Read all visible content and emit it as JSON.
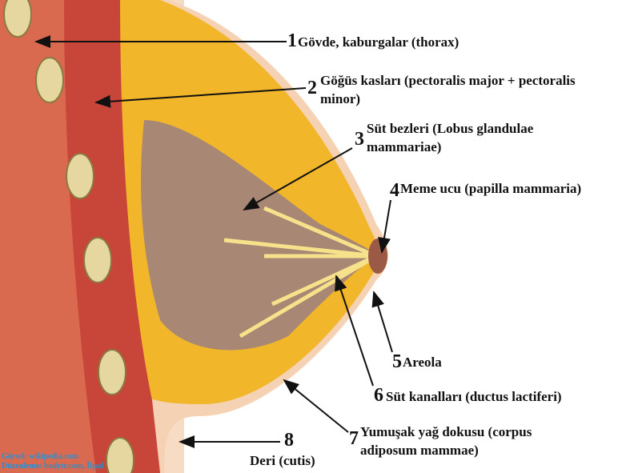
{
  "labels": [
    {
      "num": "1",
      "text": "Gövde, kaburgalar (thorax)"
    },
    {
      "num": "2",
      "line1": "Göğüs kasları (pectoralis major + pectoralis",
      "line2": "minor)"
    },
    {
      "num": "3",
      "line1": "Süt bezleri (Lobus glandulae",
      "line2": "mammariae)"
    },
    {
      "num": "4",
      "text": "Meme ucu (papilla mammaria)"
    },
    {
      "num": "5",
      "text": "Areola"
    },
    {
      "num": "6",
      "text": "Süt kanalları (ductus lactiferi)"
    },
    {
      "num": "7",
      "line1": "Yumuşak yağ dokusu (corpus",
      "line2": "adiposum mammae)"
    },
    {
      "num": "8",
      "text": "Deri (cutis)"
    }
  ],
  "credits": {
    "source": "Görsel: wikipedia.com",
    "editor": "Düzenleme: bodytr.com, İlşad"
  },
  "colors": {
    "skin": "#f7dcc3",
    "muscle": "#c8453a",
    "fat": "#f2b62a",
    "gland": "#9b7f82"
  }
}
